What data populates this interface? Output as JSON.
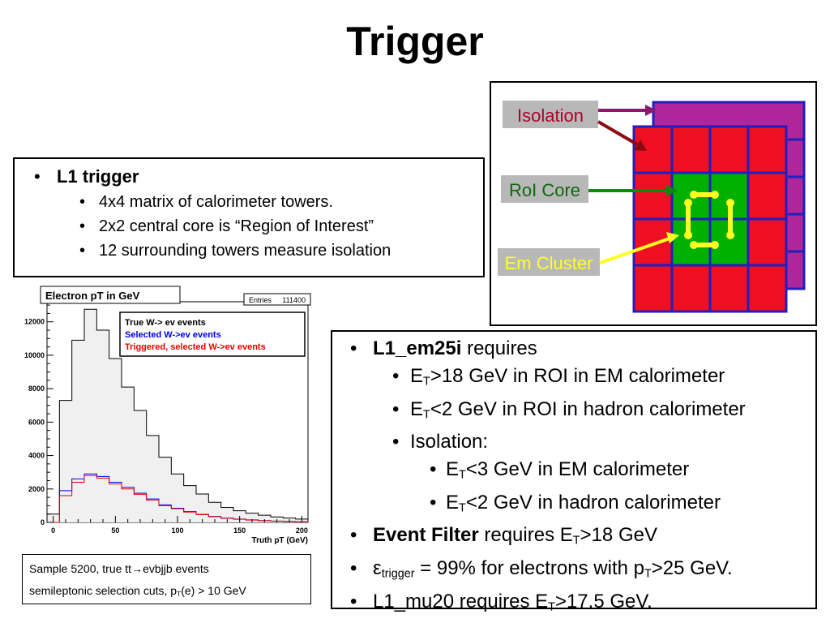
{
  "slide": {
    "title": "Trigger"
  },
  "l1": {
    "heading": "L1 trigger",
    "items": [
      "4x4 matrix of calorimeter towers.",
      "2x2 central core is “Region of Interest”",
      "12 surrounding towers measure isolation"
    ]
  },
  "diagram": {
    "label_isolation": "Isolation",
    "label_roi_core": "RoI Core",
    "label_em_cluster": "Em Cluster",
    "colors": {
      "outer_tower": "#ee0f23",
      "core_tower": "#00b000",
      "grid_line": "#1f1fbf",
      "back_layer": "#b0259a",
      "label_bg": "#b8b8b8",
      "isolation_text": "#b0002a",
      "core_text": "#0b6a0b",
      "em_text": "#ffff22",
      "cluster_marker": "#ffff22"
    }
  },
  "requirements": {
    "item1": {
      "bold": "L1_em25i",
      "rest": " requires"
    },
    "sub1": {
      "pre": "E",
      "sub": "T",
      "post": ">18 GeV in ROI in EM calorimeter"
    },
    "sub2": {
      "pre": "E",
      "sub": "T",
      "post": "<2 GeV in ROI in hadron calorimeter"
    },
    "sub3": "Isolation:",
    "sub3a": {
      "pre": "E",
      "sub": "T",
      "post": "<3 GeV in EM calorimeter"
    },
    "sub3b": {
      "pre": "E",
      "sub": "T",
      "post": "<2 GeV in hadron calorimeter"
    },
    "item2": {
      "bold": "Event Filter",
      "rest": " requires E",
      "sub": "T",
      "post": ">18 GeV"
    },
    "item3": {
      "pre": "ε",
      "sub": "trigger",
      "mid": " = 99% for electrons with p",
      "sub2": "T",
      "post": ">25 GeV."
    },
    "item4": {
      "pre": "L1_mu20 requires E",
      "sub": "T",
      "post": ">17.5 GeV."
    }
  },
  "caption": {
    "line1": "Sample 5200, true tt→evbjjb events",
    "line2_pre": "semileptonic selection cuts, p",
    "line2_sub": "T",
    "line2_post": "(e) > 10 GeV"
  },
  "chart_data": {
    "type": "histogram",
    "title": "Electron pT in GeV",
    "stats_label": "Entries",
    "stats_value": "111400",
    "xlabel": "Truth pT (GeV)",
    "ylabel": "",
    "xlim": [
      -5,
      205
    ],
    "ylim": [
      0,
      13200
    ],
    "x_ticks": [
      0,
      50,
      100,
      150,
      200
    ],
    "y_ticks": [
      0,
      2000,
      4000,
      6000,
      8000,
      10000,
      12000
    ],
    "bin_edges": [
      -5,
      5,
      15,
      25,
      35,
      45,
      55,
      65,
      75,
      85,
      95,
      105,
      115,
      125,
      135,
      145,
      155,
      165,
      175,
      185,
      195,
      205
    ],
    "series": [
      {
        "name": "True W-> ev events",
        "color": "#000000",
        "fill": "#f0f0f0",
        "values": [
          500,
          7300,
          10900,
          12750,
          11500,
          9800,
          8100,
          6700,
          5200,
          3900,
          2900,
          2200,
          1700,
          1200,
          900,
          700,
          550,
          430,
          330,
          260,
          200
        ]
      },
      {
        "name": "Selected W->ev events",
        "color": "#0000ee",
        "fill": "none",
        "values": [
          0,
          1900,
          2600,
          2900,
          2750,
          2400,
          2100,
          1750,
          1400,
          1050,
          850,
          650,
          480,
          360,
          260,
          200,
          150,
          110,
          80,
          60,
          45
        ]
      },
      {
        "name": "Triggered, selected W->ev events",
        "color": "#ee0000",
        "fill": "none",
        "values": [
          0,
          1600,
          2400,
          2800,
          2650,
          2300,
          2000,
          1680,
          1340,
          1000,
          820,
          620,
          460,
          340,
          250,
          190,
          140,
          100,
          75,
          55,
          40
        ]
      }
    ],
    "legend": "top-right"
  }
}
